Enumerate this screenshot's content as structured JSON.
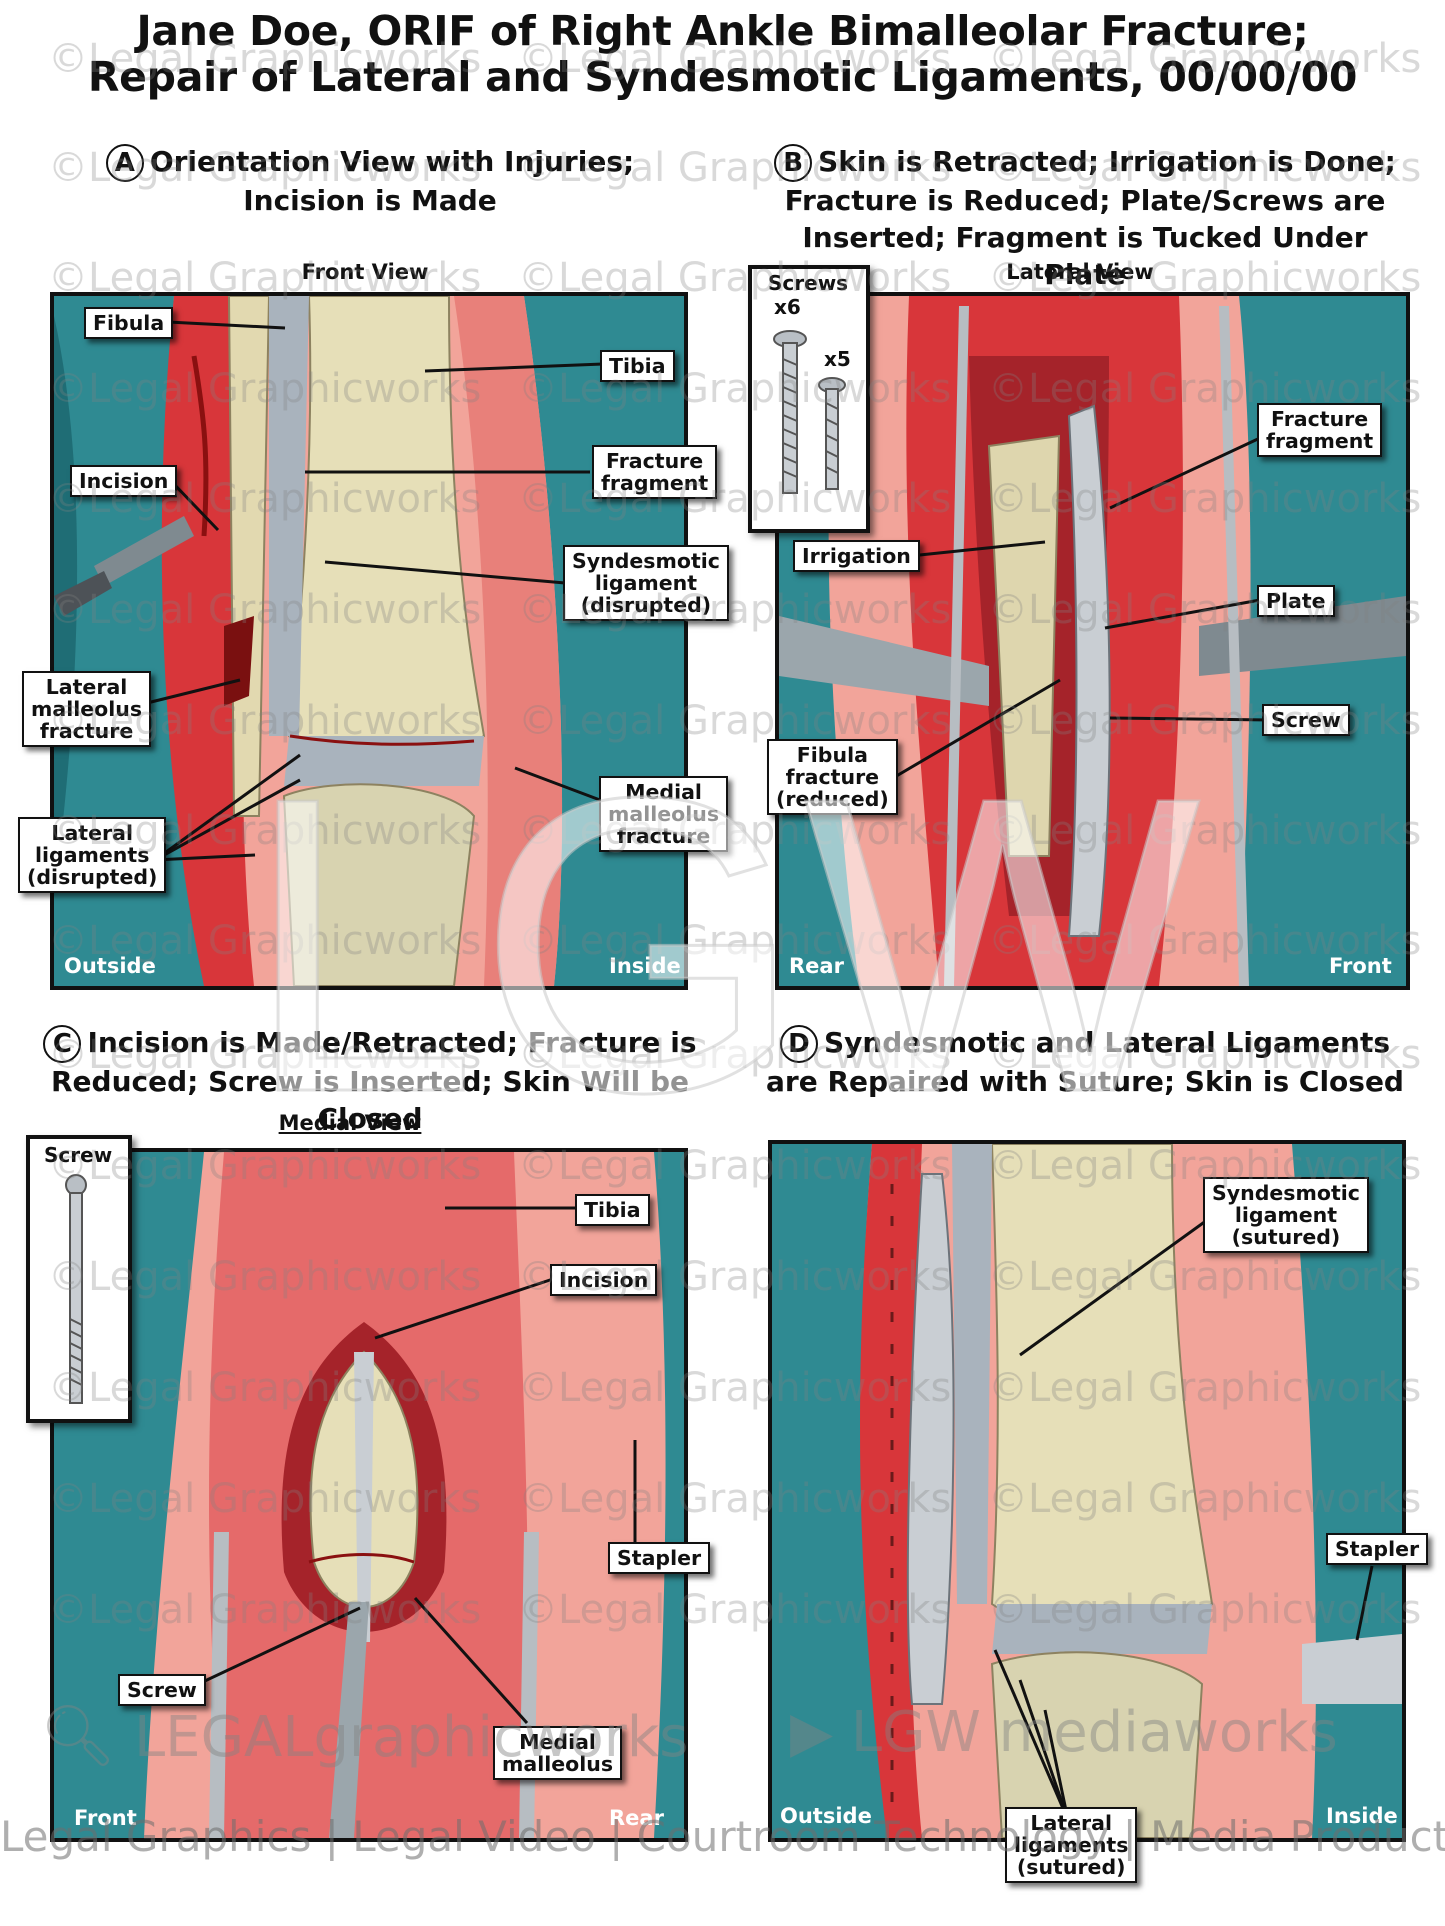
{
  "title": {
    "line1": "Jane Doe, ORIF of Right Ankle Bimalleolar Fracture;",
    "line2": "Repair of Lateral and Syndesmotic Ligaments, 00/00/00"
  },
  "panels": {
    "a": {
      "letter": "A",
      "caption_line1": "Orientation View with Injuries;",
      "caption_line2": "Incision is Made",
      "view": "Front View",
      "corner_left": "Outside",
      "corner_right": "Inside",
      "labels": {
        "fibula": "Fibula",
        "tibia": "Tibia",
        "fracture_fragment": "Fracture\nfragment",
        "incision": "Incision",
        "syndesmotic": "Syndesmotic\nligament\n(disrupted)",
        "lateral_malleolus": "Lateral\nmalleolus\nfracture",
        "medial_malleolus": "Medial\nmalleolus\nfracture",
        "lateral_ligaments": "Lateral\nligaments\n(disrupted)"
      }
    },
    "b": {
      "letter": "B",
      "caption_line1": "Skin is Retracted; Irrigation is Done;",
      "caption_line2": "Fracture is Reduced; Plate/Screws are",
      "caption_line3": "Inserted; Fragment is Tucked Under Plate",
      "view": "Lateral View",
      "corner_left": "Rear",
      "corner_right": "Front",
      "inset": {
        "title": "Screws",
        "count_long": "x6",
        "count_short": "x5"
      },
      "labels": {
        "fracture_fragment": "Fracture\nfragment",
        "irrigation": "Irrigation",
        "plate": "Plate",
        "screw": "Screw",
        "fibula_fracture": "Fibula\nfracture\n(reduced)"
      }
    },
    "c": {
      "letter": "C",
      "caption_line1": "Incision is Made/Retracted; Fracture is",
      "caption_line2": "Reduced; Screw is Inserted; Skin Will be Closed",
      "view": "Medial View",
      "corner_left": "Front",
      "corner_right": "Rear",
      "inset": {
        "title": "Screw"
      },
      "labels": {
        "tibia": "Tibia",
        "incision": "Incision",
        "stapler": "Stapler",
        "screw": "Screw",
        "medial_malleolus": "Medial\nmalleolus"
      }
    },
    "d": {
      "letter": "D",
      "caption_line1": "Syndesmotic and Lateral Ligaments",
      "caption_line2": "are Repaired with Suture; Skin is Closed",
      "corner_left": "Outside",
      "corner_right": "Inside",
      "labels": {
        "syndesmotic": "Syndesmotic\nligament\n(sutured)",
        "stapler": "Stapler",
        "lateral_ligaments": "Lateral\nligaments\n(sutured)"
      }
    }
  },
  "watermark": {
    "text": "©Legal Graphicworks",
    "monogram": "LGW"
  },
  "footer": {
    "logo_left": "LEGALgraphicworks",
    "logo_right": "LGW mediaworks",
    "tagline": "Legal Graphics | Legal Video | Courtroom Technology | Media Production"
  },
  "colors": {
    "tissue_red": "#d8363a",
    "skin_pink": "#f2a49a",
    "background_teal": "#2f8a92",
    "bone": "#e6dfb8",
    "ligament_gray": "#a9b3bd"
  }
}
